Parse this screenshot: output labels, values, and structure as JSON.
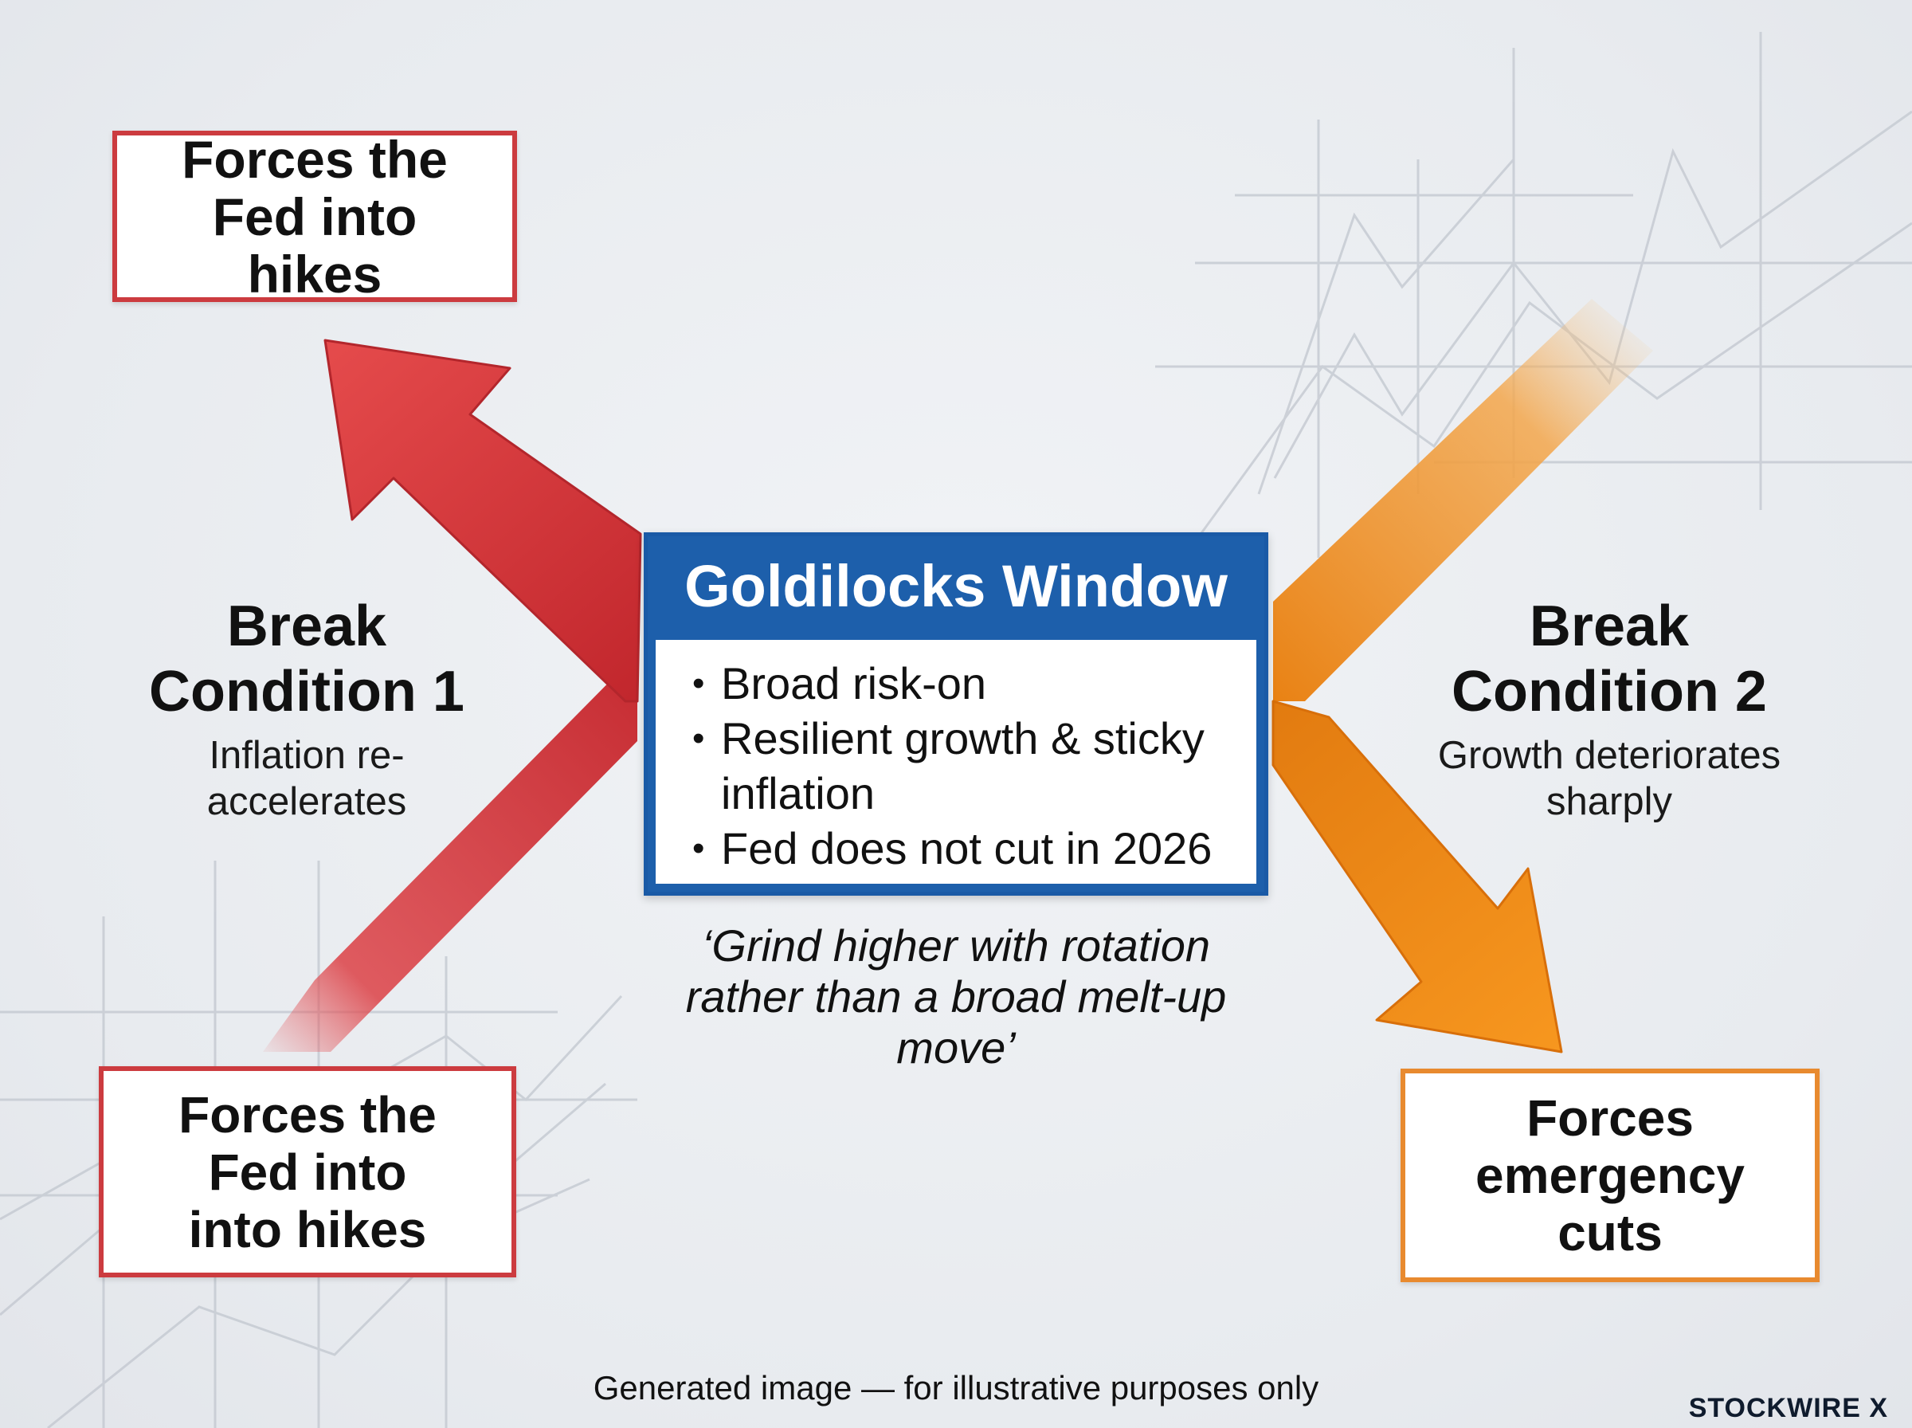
{
  "center": {
    "title": "Goldilocks Window",
    "bullets": [
      "Broad risk-on",
      "Resilient growth & sticky inflation",
      "Fed does not cut in 2026"
    ],
    "quote": "‘Grind higher with rotation rather than a broad melt-up move’"
  },
  "break_1": {
    "title": "Break Condition 1",
    "description": "Inflation re-accelerates"
  },
  "break_2": {
    "title": "Break Condition 2",
    "description": "Growth deteriorates sharply"
  },
  "outcomes": {
    "top_left": "Forces the Fed into hikes",
    "bottom_left": "Forces the Fed into into hikes",
    "bottom_right": "Forces emergency cuts"
  },
  "footer": {
    "note": "Generated image — for illustrative purposes only",
    "brand": "STOCKWIRE X"
  },
  "colors": {
    "red": "#d8383c",
    "orange": "#f08a1c",
    "blue": "#1d5fab"
  }
}
